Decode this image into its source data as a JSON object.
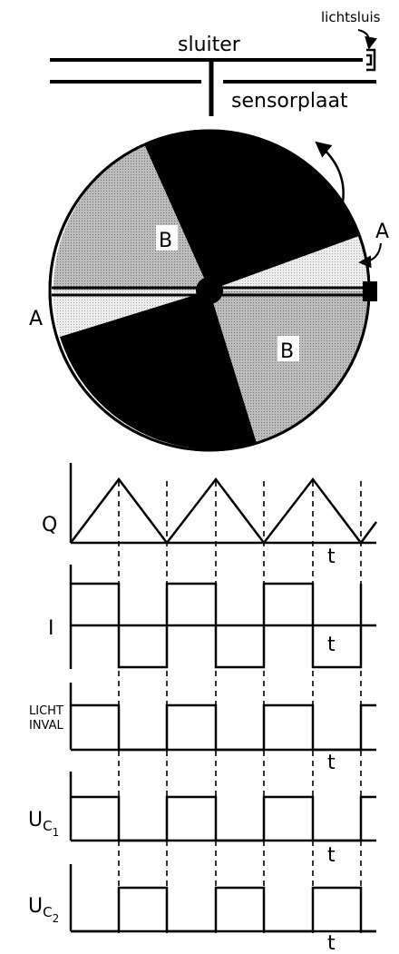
{
  "mechanism": {
    "label_light_gate": "lichtsluis",
    "label_shutter": "sluiter",
    "label_sensor_plate": "sensorplaat"
  },
  "disc": {
    "sector_label_a": "A",
    "sector_label_b": "B",
    "rotation_direction": "counterclockwise",
    "colors": {
      "dark": "#000000",
      "gray": "#a9a9a9",
      "light": "#e4e4e4"
    }
  },
  "graphs": {
    "q": {
      "label": "Q",
      "t_label": "t"
    },
    "i": {
      "label": "I",
      "t_label": "t"
    },
    "light": {
      "label_line1": "LICHT",
      "label_line2": "INVAL",
      "t_label": "t"
    },
    "uc1": {
      "label_main": "U",
      "label_sub": "C",
      "label_subsub": "1",
      "t_label": "t"
    },
    "uc2": {
      "label_main": "U",
      "label_sub": "C",
      "label_subsub": "2",
      "t_label": "t"
    }
  }
}
